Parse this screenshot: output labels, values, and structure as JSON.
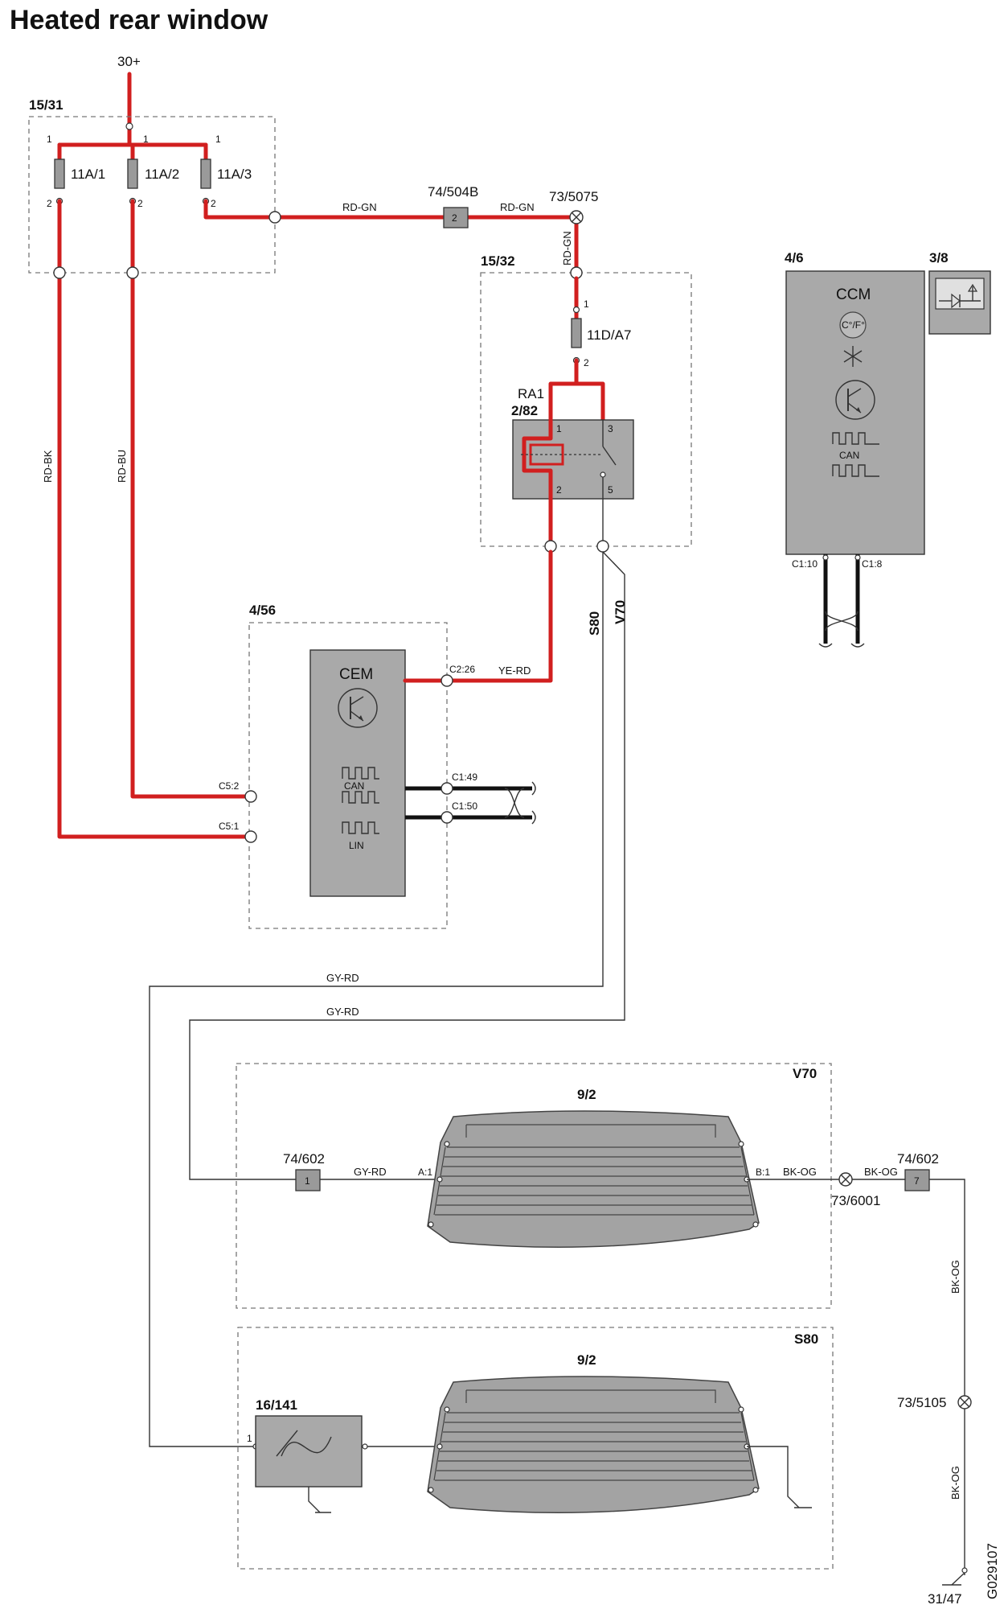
{
  "title": "Heated rear window",
  "supply": {
    "label": "30+"
  },
  "fuse_box_1": {
    "id": "15/31",
    "fuses": [
      {
        "name": "11A/1",
        "pin_in": "1",
        "pin_out": "2"
      },
      {
        "name": "11A/2",
        "pin_in": "1",
        "pin_out": "2"
      },
      {
        "name": "11A/3",
        "pin_in": "1",
        "pin_out": "2"
      }
    ]
  },
  "connector_504b": {
    "id": "74/504B",
    "pin": "2"
  },
  "splice_5075": {
    "id": "73/5075"
  },
  "fuse_box_2": {
    "id": "15/32",
    "fuse": "11D/A7",
    "pin_in": "1",
    "pin_out": "2"
  },
  "relay": {
    "id": "RA1",
    "component": "2/82",
    "pins": [
      "1",
      "3",
      "2",
      "5"
    ]
  },
  "wires": {
    "rd_gn_1": "RD-GN",
    "rd_gn_2": "RD-GN",
    "rd_gn_3": "RD-GN",
    "rd_bk": "RD-BK",
    "rd_bu": "RD-BU",
    "ye_rd": "YE-RD",
    "gy_rd_1": "GY-RD",
    "gy_rd_2": "GY-RD",
    "gy_rd_3": "GY-RD",
    "bk_og_1": "BK-OG",
    "bk_og_2": "BK-OG",
    "bk_og_3": "BK-OG",
    "bk_og_4": "BK-OG"
  },
  "variants": {
    "s80": "S80",
    "v70": "V70"
  },
  "cem": {
    "id": "4/56",
    "name": "CEM",
    "can": "CAN",
    "lin": "LIN",
    "pins": {
      "c2_26": "C2:26",
      "c1_49": "C1:49",
      "c1_50": "C1:50",
      "c5_2": "C5:2",
      "c5_1": "C5:1"
    }
  },
  "ccm": {
    "id": "4/6",
    "name": "CCM",
    "temp_symbol": "C°/F°",
    "can": "CAN",
    "pins": {
      "c1_10": "C1:10",
      "c1_8": "C1:8"
    }
  },
  "sensor": {
    "id": "3/8"
  },
  "v70_section": {
    "label": "V70",
    "window": "9/2",
    "connector_left": {
      "id": "74/602",
      "pin": "1"
    },
    "pin_a": "A:1",
    "pin_b": "B:1",
    "splice": "73/6001",
    "connector_right": {
      "id": "74/602",
      "pin": "7"
    }
  },
  "s80_section": {
    "label": "S80",
    "window": "9/2",
    "filter": {
      "id": "16/141",
      "pin": "1"
    }
  },
  "splice_5105": {
    "id": "73/5105"
  },
  "ground": {
    "id": "31/47"
  },
  "drawing_id": "G029107"
}
